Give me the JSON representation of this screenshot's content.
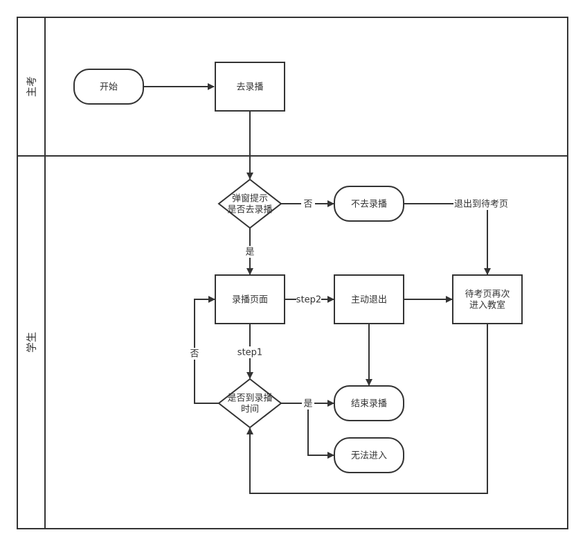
{
  "lanes": [
    {
      "label": "主考"
    },
    {
      "label": "学生"
    }
  ],
  "nodes": {
    "start": {
      "label": "开始"
    },
    "go_record": {
      "label": "去录播"
    },
    "popup_decision": {
      "line1": "弹窗提示",
      "line2": "是否去录播"
    },
    "not_record": {
      "label": "不去录播"
    },
    "record_page": {
      "label": "录播页面"
    },
    "active_exit": {
      "label": "主动退出"
    },
    "wait_page": {
      "line1": "待考页再次",
      "line2": "进入教室"
    },
    "time_decision": {
      "line1": "是否到录播",
      "line2": "时间"
    },
    "end_record": {
      "label": "结束录播"
    },
    "cannot_enter": {
      "label": "无法进入"
    }
  },
  "edge_labels": {
    "popup_no": "否",
    "popup_yes": "是",
    "exit_to_wait": "退出到待考页",
    "step2": "step2",
    "step1": "step1",
    "time_no": "否",
    "time_yes": "是"
  },
  "colors": {
    "line": "#333333",
    "background": "#ffffff"
  }
}
